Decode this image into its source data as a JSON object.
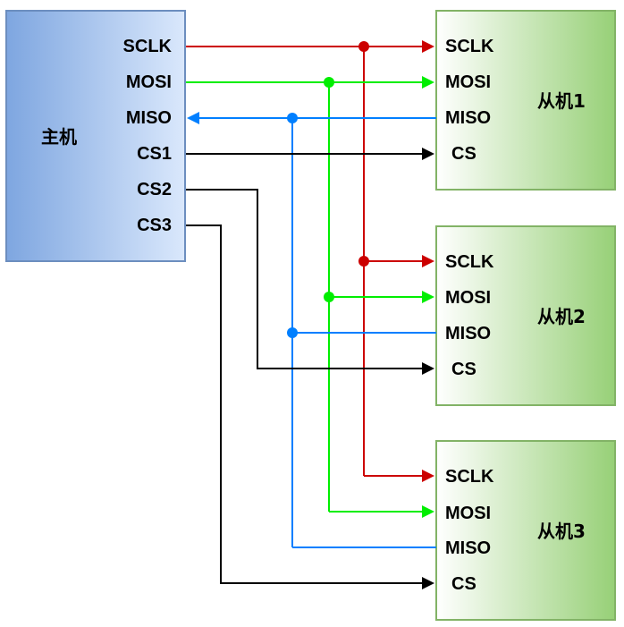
{
  "master": {
    "title": "主机",
    "pins": [
      "SCLK",
      "MOSI",
      "MISO",
      "CS1",
      "CS2",
      "CS3"
    ]
  },
  "slaves": [
    {
      "title": "从机1",
      "pins": [
        "SCLK",
        "MOSI",
        "MISO",
        "CS"
      ]
    },
    {
      "title": "从机2",
      "pins": [
        "SCLK",
        "MOSI",
        "MISO",
        "CS"
      ]
    },
    {
      "title": "从机3",
      "pins": [
        "SCLK",
        "MOSI",
        "MISO",
        "CS"
      ]
    }
  ],
  "colors": {
    "sclk": "#cc0000",
    "mosi": "#00ee00",
    "miso": "#007fff",
    "cs": "#000000",
    "master_fill_left": "#7ea6e0",
    "master_fill_right": "#dae8fc",
    "master_border": "#6c8ebf",
    "slave_fill_left": "#ffffff",
    "slave_fill_right": "#97d077",
    "slave_border": "#82b366"
  }
}
